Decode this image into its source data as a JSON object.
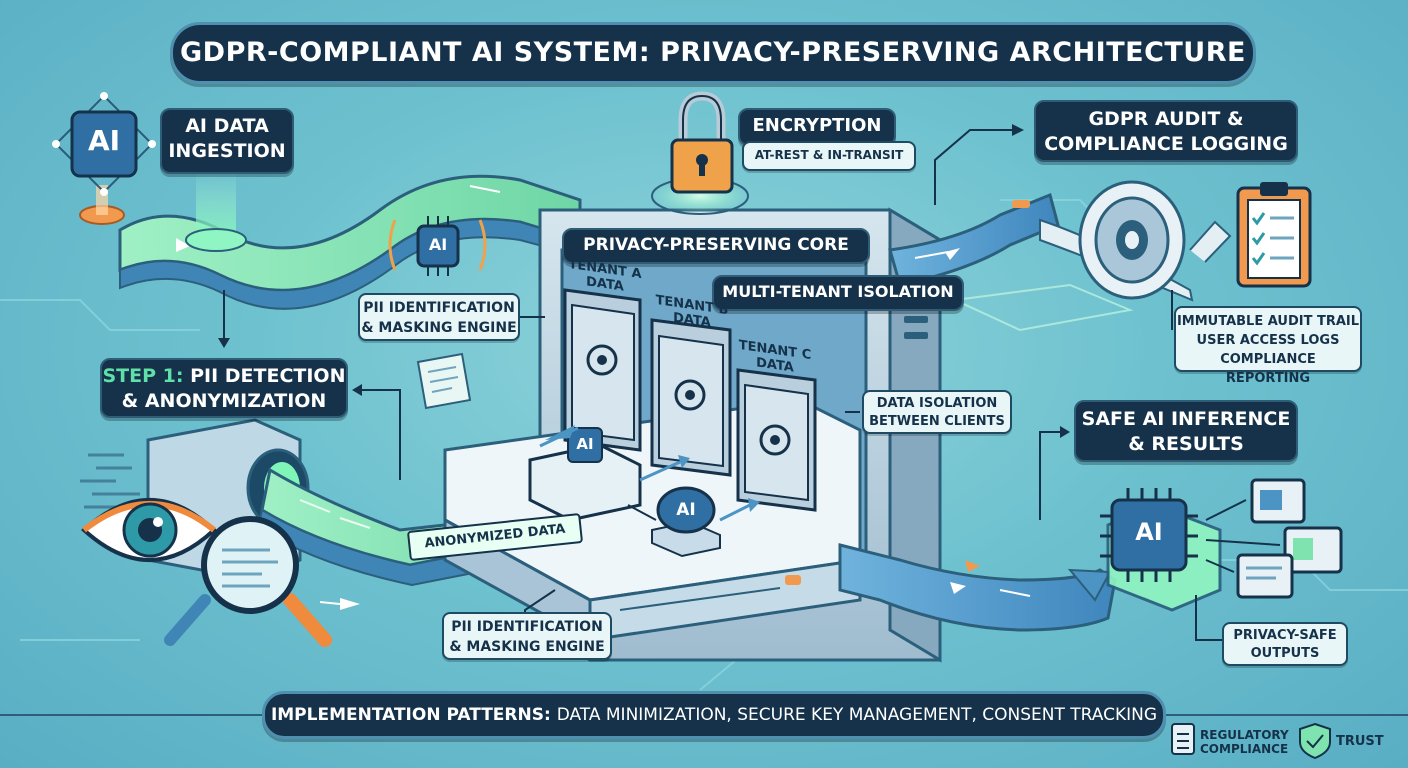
{
  "title": "GDPR-COMPLIANT AI SYSTEM: PRIVACY-PRESERVING ARCHITECTURE",
  "ingestion": {
    "line1": "AI DATA",
    "line2": "INGESTION",
    "icon_label": "AI"
  },
  "step1": {
    "prefix": "STEP 1:",
    "line1_rest": "PII DETECTION",
    "line2": "& ANONYMIZATION"
  },
  "pii_engine_top": {
    "line1": "PII IDENTIFICATION",
    "line2": "& MASKING ENGINE",
    "icon_label": "AI"
  },
  "pii_engine_bottom": {
    "line1": "PII IDENTIFICATION",
    "line2": "& MASKING ENGINE"
  },
  "encryption": {
    "title": "ENCRYPTION",
    "subtitle": "AT-REST & IN-TRANSIT"
  },
  "core": {
    "title": "PRIVACY-PRESERVING CORE",
    "isolation": "MULTI-TENANT ISOLATION",
    "tenants": [
      {
        "line1": "TENANT A",
        "line2": "DATA"
      },
      {
        "line1": "TENANT B",
        "line2": "DATA"
      },
      {
        "line1": "TENANT C",
        "line2": "DATA"
      }
    ],
    "chip_label": "AI",
    "brain_label": "AI"
  },
  "isolation_note": {
    "line1": "DATA ISOLATION",
    "line2": "BETWEEN CLIENTS"
  },
  "anonymized": "ANONYMIZED DATA",
  "audit": {
    "title_line1": "GDPR AUDIT &",
    "title_line2": "COMPLIANCE LOGGING",
    "items": [
      "IMMUTABLE AUDIT TRAIL",
      "USER ACCESS LOGS",
      "COMPLIANCE REPORTING"
    ]
  },
  "inference": {
    "line1": "SAFE AI INFERENCE",
    "line2": "& RESULTS",
    "chip_label": "AI",
    "outputs_line1": "PRIVACY-SAFE",
    "outputs_line2": "OUTPUTS"
  },
  "footer": {
    "prefix": "IMPLEMENTATION PATTERNS:",
    "rest": "DATA MINIMIZATION, SECURE KEY MANAGEMENT, CONSENT TRACKING"
  },
  "badges": {
    "regulatory_line1": "REGULATORY",
    "regulatory_line2": "COMPLIANCE",
    "trust": "TRUST"
  },
  "colors": {
    "navy": "#15324a",
    "accent_green": "#5ee0a8",
    "pipe_green": "#7fe3b0",
    "pipe_blue": "#4b94c4",
    "lock_orange": "#f0a24a",
    "background": "#6ec2cf"
  },
  "icons": [
    "ai-chip-icon",
    "lock-icon",
    "eye-icon",
    "magnifier-icon",
    "vault-icon",
    "brain-icon",
    "tape-reel-icon",
    "clipboard-icon",
    "monitor-icon",
    "shield-check-icon",
    "document-icon"
  ]
}
